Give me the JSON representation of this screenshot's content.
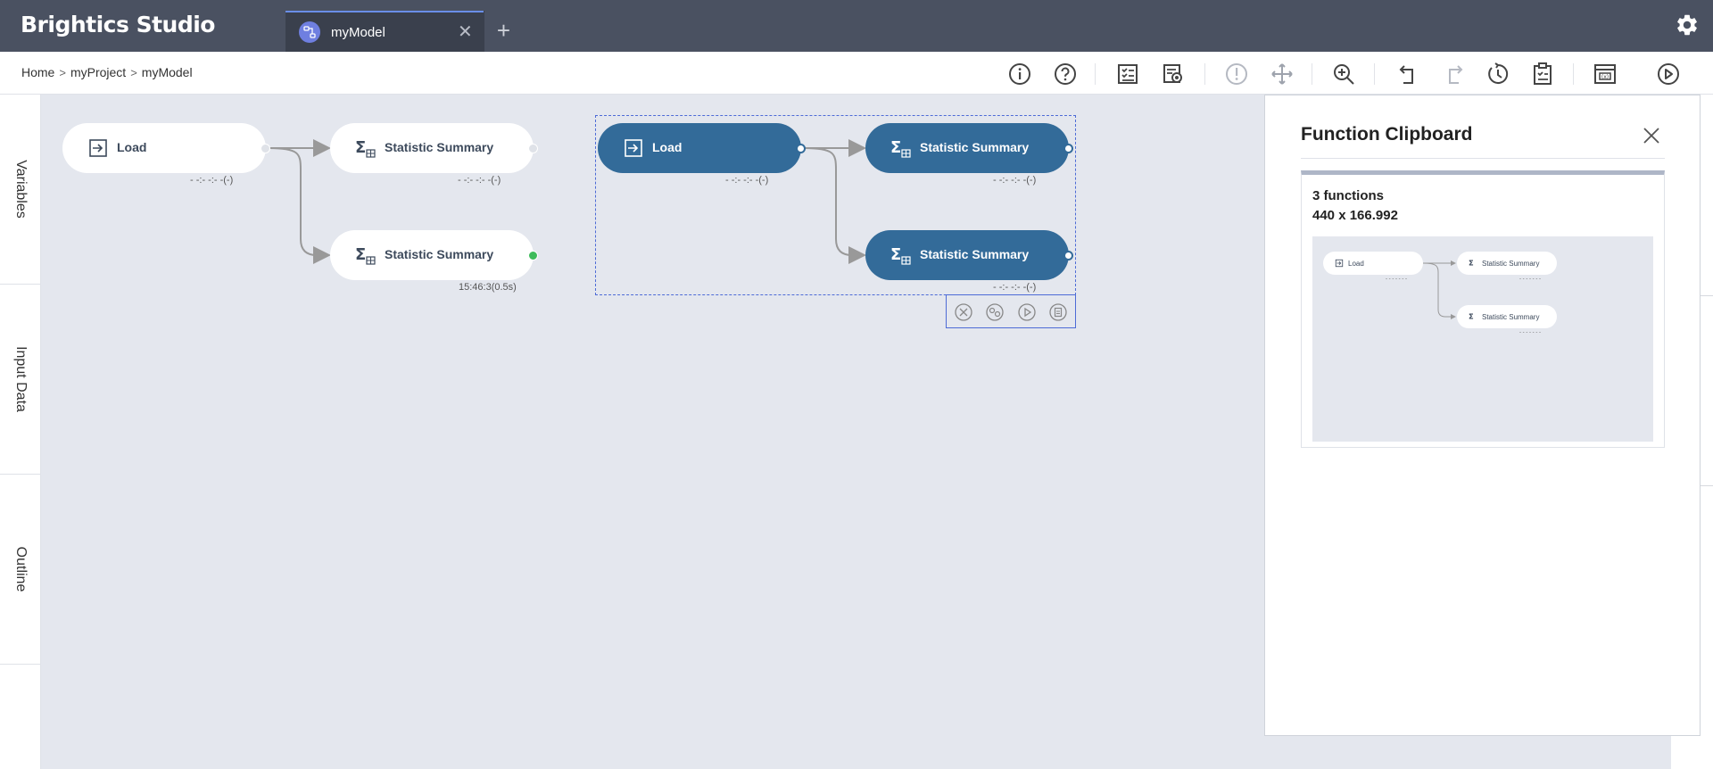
{
  "app": {
    "title": "Brightics Studio"
  },
  "tabs": [
    {
      "label": "myModel",
      "close_icon": "close-icon"
    }
  ],
  "tab_add_label": "+",
  "breadcrumb": {
    "items": [
      "Home",
      "myProject",
      "myModel"
    ],
    "separator": ">"
  },
  "toolbar": {
    "buttons": [
      "info-icon",
      "help-icon",
      "report-icon",
      "preview-icon",
      "validate-icon",
      "move-icon",
      "zoom-icon",
      "undo-icon",
      "redo-icon",
      "history-icon",
      "clipboard-icon",
      "variables-icon",
      "run-icon"
    ]
  },
  "sidebar": {
    "items": [
      {
        "label": "Variables"
      },
      {
        "label": "Input Data"
      },
      {
        "label": "Outline"
      }
    ]
  },
  "canvas": {
    "nodes": [
      {
        "label": "Load",
        "status": "- -:- -:- -(-)",
        "selected": false
      },
      {
        "label": "Statistic Summary",
        "status": "- -:- -:- -(-)",
        "selected": false
      },
      {
        "label": "Statistic Summary",
        "status": "15:46:3(0.5s)",
        "selected": false
      },
      {
        "label": "Load",
        "status": "- -:- -:- -(-)",
        "selected": true
      },
      {
        "label": "Statistic Summary",
        "status": "- -:- -:- -(-)",
        "selected": true
      },
      {
        "label": "Statistic Summary",
        "status": "- -:- -:- -(-)",
        "selected": true
      }
    ],
    "node_actions": [
      "delete-icon",
      "copy-icon",
      "run-node-icon",
      "clipboard-add-icon"
    ]
  },
  "clipboard": {
    "title": "Function Clipboard",
    "item": {
      "count": "3 functions",
      "size": "440 x 166.992",
      "preview_nodes": [
        {
          "label": "Load",
          "status": "- - - - - - -"
        },
        {
          "label": "Statistic Summary",
          "status": "- - - - - - -"
        },
        {
          "label": "Statistic Summary",
          "status": "- - - - - - -"
        }
      ]
    }
  },
  "colors": {
    "header_bg": "#4a5161",
    "selected_node": "#336b99",
    "canvas_bg": "#e4e7ee",
    "success": "#3dbb5a"
  }
}
